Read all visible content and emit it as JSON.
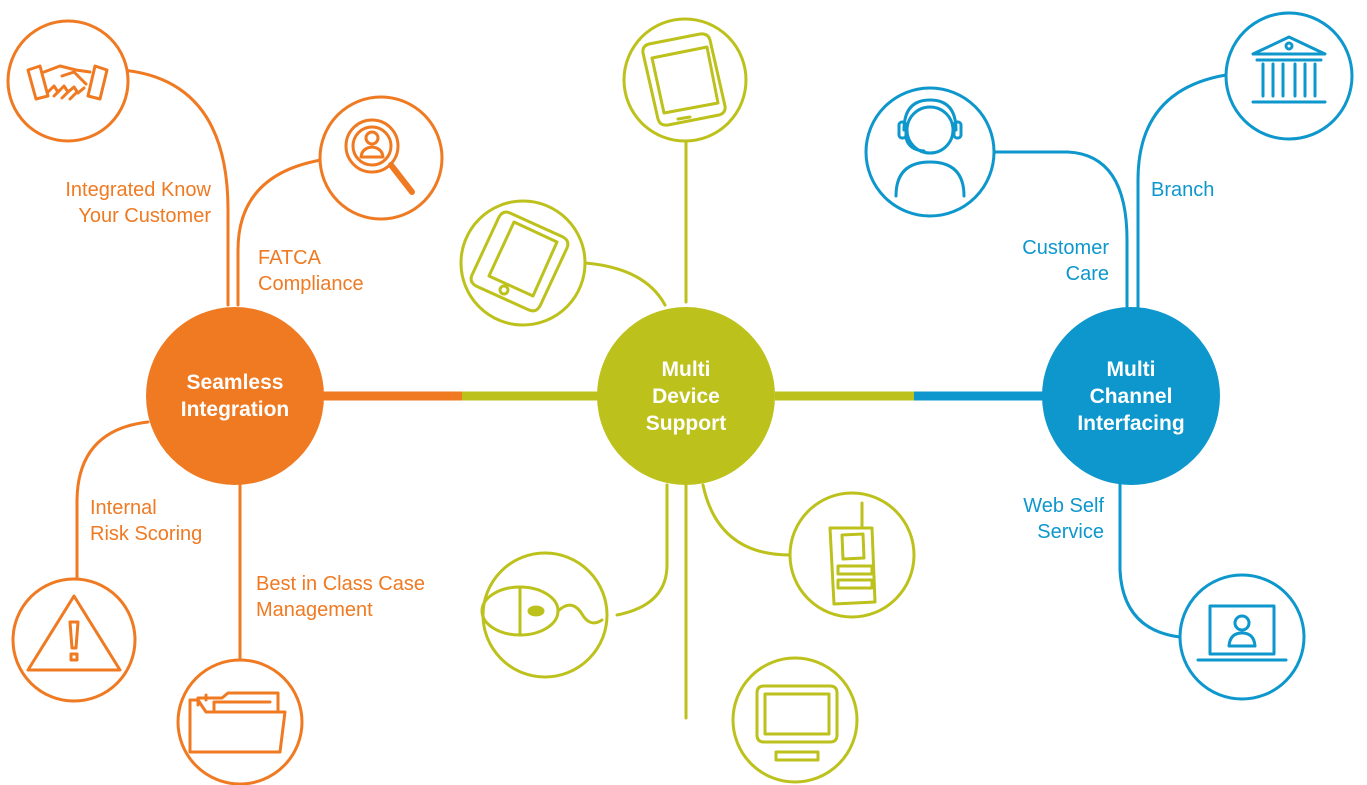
{
  "colors": {
    "orange": "#ef7a22",
    "green": "#bdc11c",
    "blue": "#0d97cc",
    "background": "#ffffff"
  },
  "hubs": {
    "seamless": {
      "lines": [
        "Seamless",
        "Integration"
      ]
    },
    "device": {
      "lines": [
        "Multi",
        "Device",
        "Support"
      ]
    },
    "channel": {
      "lines": [
        "Multi",
        "Channel",
        "Interfacing"
      ]
    }
  },
  "labels": {
    "kyc": [
      "Integrated Know",
      "Your Customer"
    ],
    "fatca": [
      "FATCA",
      "Compliance"
    ],
    "risk": [
      "Internal",
      "Risk Scoring"
    ],
    "case": [
      "Best in Class Case",
      "Management"
    ],
    "customer_care": [
      "Customer",
      "Care"
    ],
    "branch": [
      "Branch"
    ],
    "web": [
      "Web Self",
      "Service"
    ]
  },
  "icons": {
    "kyc": "handshake-icon",
    "fatca": "magnifier-person-icon",
    "risk": "warning-icon",
    "case": "folder-icon",
    "phone": "smartphone-icon",
    "tablet": "tablet-icon",
    "mouse": "mouse-icon",
    "walkie": "walkie-talkie-icon",
    "monitor": "monitor-icon",
    "customer_care": "headset-agent-icon",
    "branch": "bank-building-icon",
    "web": "laptop-user-icon"
  }
}
